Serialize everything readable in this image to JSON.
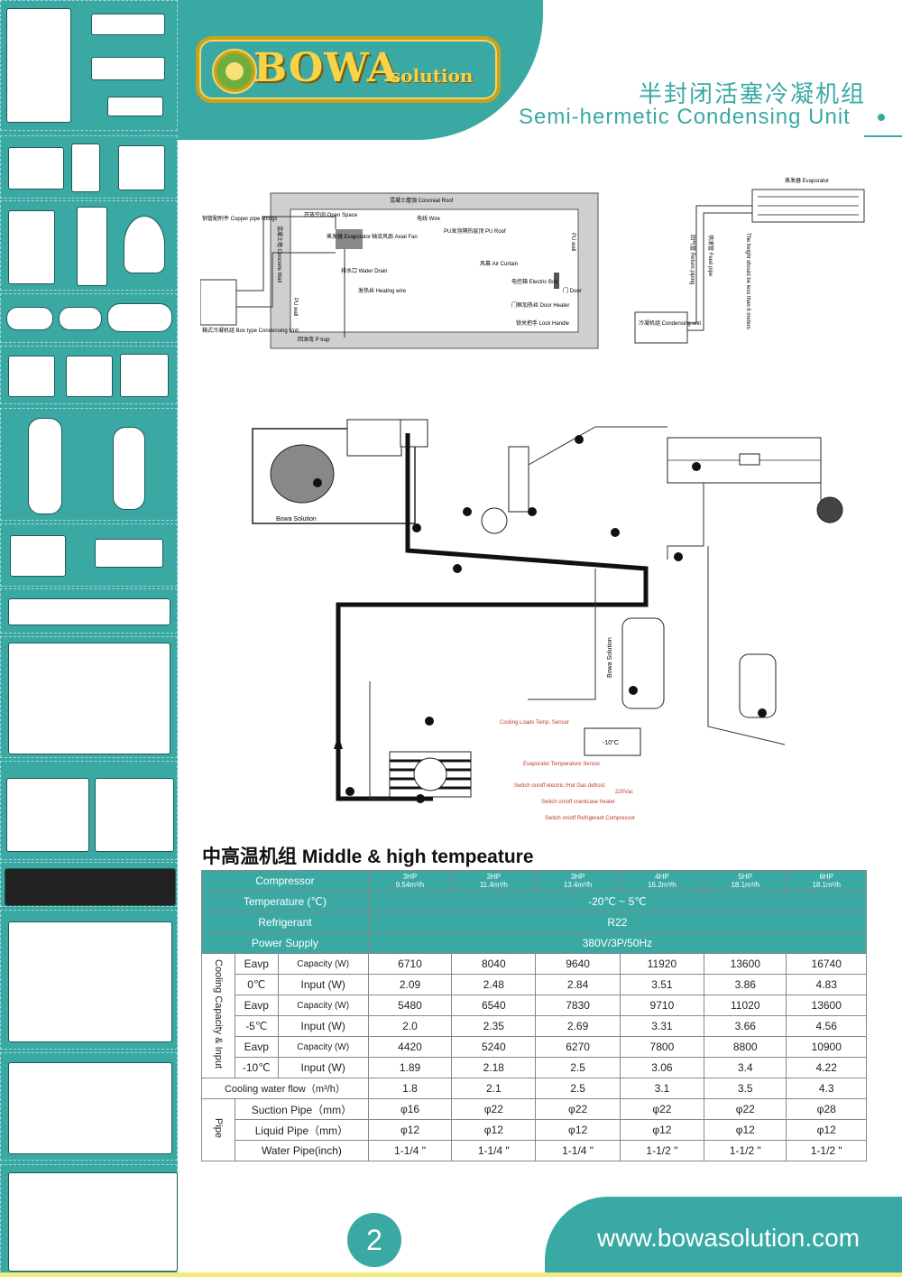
{
  "brand": {
    "word": "BOWA",
    "sub": "solution"
  },
  "title": {
    "cn": "半封闭活塞冷凝机组",
    "en": "Semi-hermetic Condensing Unit"
  },
  "room_diagram": {
    "roof": "混凝土層頂 Concreat Roof",
    "open_space": "开放空间 Open Space",
    "wire": "电线 Wire",
    "copper": "铜管配附件\nCopper pipe fittings",
    "evaporator": "蒸发器\nEvaporator",
    "axial_fan": "轴流风扇\nAxial Fan",
    "pu_roof": "PU发泡隔热层顶 PU Roof",
    "pu_wall_right": "PU wall",
    "air_curtain": "风幕 Air Curtain",
    "electric_box": "电控箱\nElectric Box",
    "door": "门\nDoor",
    "water_drain": "排水口\nWater Drain",
    "heating_wire": "发热丝\nHeating wire",
    "door_heater": "门框加热丝\nDoor Heater",
    "lock_handle": "锁关把手\nLock Handle",
    "concrete_wall": "混凝土墙 Concrete Wall",
    "pu_wall_left": "PU wall",
    "box_unit": "箱式冷凝机组\nBox type Condensing Unit",
    "p_trap": "回油弯\nP trap"
  },
  "install_diagram": {
    "evaporator": "蒸发器\nEvaporator",
    "condensing_unit": "冷凝机组\nCondensing unit",
    "height_note": "The height should be less than 6 meters",
    "return_pipe": "回气管\nReturn piping",
    "feed_pipe": "供液管\nFeed pipe"
  },
  "system_diagram": {
    "brand_label": "Bowa Solution",
    "tank_label": "Bowa Solution",
    "display_value": "-10°C",
    "sensor1": "Cooling Loads Temp. Sensor",
    "sensor2": "Evaporator Temperature Sensor",
    "switch1": "Switch on/off electric /Hot Gas defrost",
    "switch2": "Switch on/off crankcase heater",
    "switch3": "Switch on/off Refrigerant Compressor",
    "voltage": "220Vac"
  },
  "section_heading": "中高温机组 Middle & high tempeature",
  "table": {
    "compressor_label": "Compressor",
    "models": [
      {
        "hp": "3HP",
        "cap": "9.54m³/h"
      },
      {
        "hp": "3HP",
        "cap": "11.4m³/h"
      },
      {
        "hp": "3HP",
        "cap": "13.4m³/h"
      },
      {
        "hp": "4HP",
        "cap": "16.2m³/h"
      },
      {
        "hp": "5HP",
        "cap": "18.1m³/h"
      },
      {
        "hp": "6HP",
        "cap": "18.1m³/h"
      }
    ],
    "temperature_label": "Temperature (℃)",
    "temperature_value": "-20℃ ~ 5℃",
    "refrigerant_label": "Refrigerant",
    "refrigerant_value": "R22",
    "power_label": "Power Supply",
    "power_value": "380V/3P/50Hz",
    "group_label": "Cooling Capacity & Input",
    "eavp": "Eavp",
    "capacity_label": "Capacity (W)",
    "input_label": "Input (W)",
    "evap_groups": [
      {
        "temp": "0℃",
        "capacity": [
          "6710",
          "8040",
          "9640",
          "11920",
          "13600",
          "16740"
        ],
        "input": [
          "2.09",
          "2.48",
          "2.84",
          "3.51",
          "3.86",
          "4.83"
        ]
      },
      {
        "temp": "-5℃",
        "capacity": [
          "5480",
          "6540",
          "7830",
          "9710",
          "11020",
          "13600"
        ],
        "input": [
          "2.0",
          "2.35",
          "2.69",
          "3.31",
          "3.66",
          "4.56"
        ]
      },
      {
        "temp": "-10℃",
        "capacity": [
          "4420",
          "5240",
          "6270",
          "7800",
          "8800",
          "10900"
        ],
        "input": [
          "1.89",
          "2.18",
          "2.5",
          "3.06",
          "3.4",
          "4.22"
        ]
      }
    ],
    "water_flow_label": "Cooling water flow（m³/h）",
    "water_flow": [
      "1.8",
      "2.1",
      "2.5",
      "3.1",
      "3.5",
      "4.3"
    ],
    "pipe_label": "Pipe",
    "suction_label": "Suction Pipe（mm）",
    "suction": [
      "φ16",
      "φ22",
      "φ22",
      "φ22",
      "φ22",
      "φ28"
    ],
    "liquid_label": "Liquid Pipe（mm）",
    "liquid": [
      "φ12",
      "φ12",
      "φ12",
      "φ12",
      "φ12",
      "φ12"
    ],
    "water_pipe_label": "Water Pipe(inch)",
    "water_pipe": [
      "1-1/4 \"",
      "1-1/4 \"",
      "1-1/4 \"",
      "1-1/2 \"",
      "1-1/2 \"",
      "1-1/2 \""
    ]
  },
  "page_number": "2",
  "website": "www.bowasolution.com"
}
